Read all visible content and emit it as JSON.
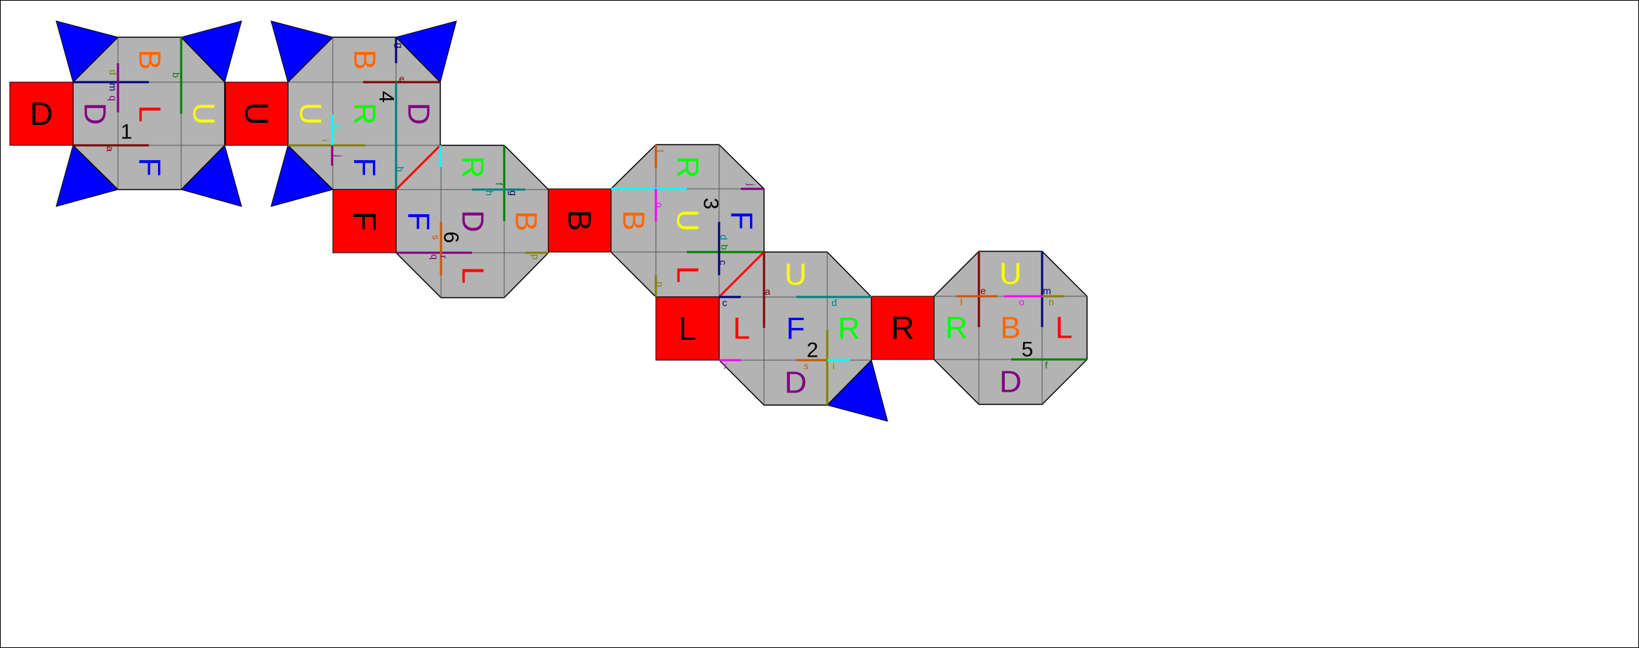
{
  "colors": {
    "background": "#ffffff",
    "tile": "#b3b3b3",
    "square": "#ff0000",
    "triangle": "#0000ff",
    "outline": "#000000",
    "letter_dark": "#000000",
    "U": "#ffff00",
    "F": "#0000ff",
    "R": "#00ff00",
    "B": "#ff6600",
    "L": "#ff0000",
    "D": "#800080"
  },
  "squares": [
    {
      "label": "D"
    },
    {
      "label": "U"
    },
    {
      "label": "F"
    },
    {
      "label": "B"
    },
    {
      "label": "L"
    },
    {
      "label": "R"
    }
  ],
  "units": [
    {
      "number": "1",
      "letters": [
        {
          "text": "B",
          "color": "B"
        },
        {
          "text": "D",
          "color": "D"
        },
        {
          "text": "L",
          "color": "L"
        },
        {
          "text": "U",
          "color": "U"
        },
        {
          "text": "F",
          "color": "F"
        }
      ],
      "tags": [
        "d",
        "m",
        "q",
        "b",
        "a"
      ]
    },
    {
      "number": "4",
      "letters": [
        {
          "text": "B",
          "color": "B"
        },
        {
          "text": "U",
          "color": "U"
        },
        {
          "text": "R",
          "color": "R"
        },
        {
          "text": "D",
          "color": "D"
        },
        {
          "text": "F",
          "color": "F"
        }
      ],
      "tags": [
        "g",
        "e",
        "i",
        "j",
        "h",
        "k"
      ]
    },
    {
      "number": "6",
      "letters": [
        {
          "text": "R",
          "color": "R"
        },
        {
          "text": "F",
          "color": "F"
        },
        {
          "text": "D",
          "color": "D"
        },
        {
          "text": "B",
          "color": "B"
        },
        {
          "text": "L",
          "color": "L"
        }
      ],
      "tags": [
        "f",
        "g",
        "h",
        "s",
        "q",
        "r",
        "p"
      ]
    },
    {
      "number": "3",
      "letters": [
        {
          "text": "R",
          "color": "R"
        },
        {
          "text": "B",
          "color": "B"
        },
        {
          "text": "U",
          "color": "U"
        },
        {
          "text": "F",
          "color": "F"
        },
        {
          "text": "L",
          "color": "L"
        }
      ],
      "tags": [
        "l",
        "j",
        "o",
        "d",
        "b",
        "c",
        "n"
      ]
    },
    {
      "number": "2",
      "letters": [
        {
          "text": "U",
          "color": "U"
        },
        {
          "text": "L",
          "color": "L"
        },
        {
          "text": "F",
          "color": "F"
        },
        {
          "text": "R",
          "color": "R"
        },
        {
          "text": "D",
          "color": "D"
        }
      ],
      "tags": [
        "a",
        "c",
        "d",
        "r",
        "s",
        "i"
      ]
    },
    {
      "number": "5",
      "letters": [
        {
          "text": "U",
          "color": "U"
        },
        {
          "text": "R",
          "color": "R"
        },
        {
          "text": "B",
          "color": "B"
        },
        {
          "text": "L",
          "color": "L"
        },
        {
          "text": "D",
          "color": "D"
        }
      ],
      "tags": [
        "e",
        "l",
        "m",
        "o",
        "n",
        "f"
      ]
    }
  ]
}
